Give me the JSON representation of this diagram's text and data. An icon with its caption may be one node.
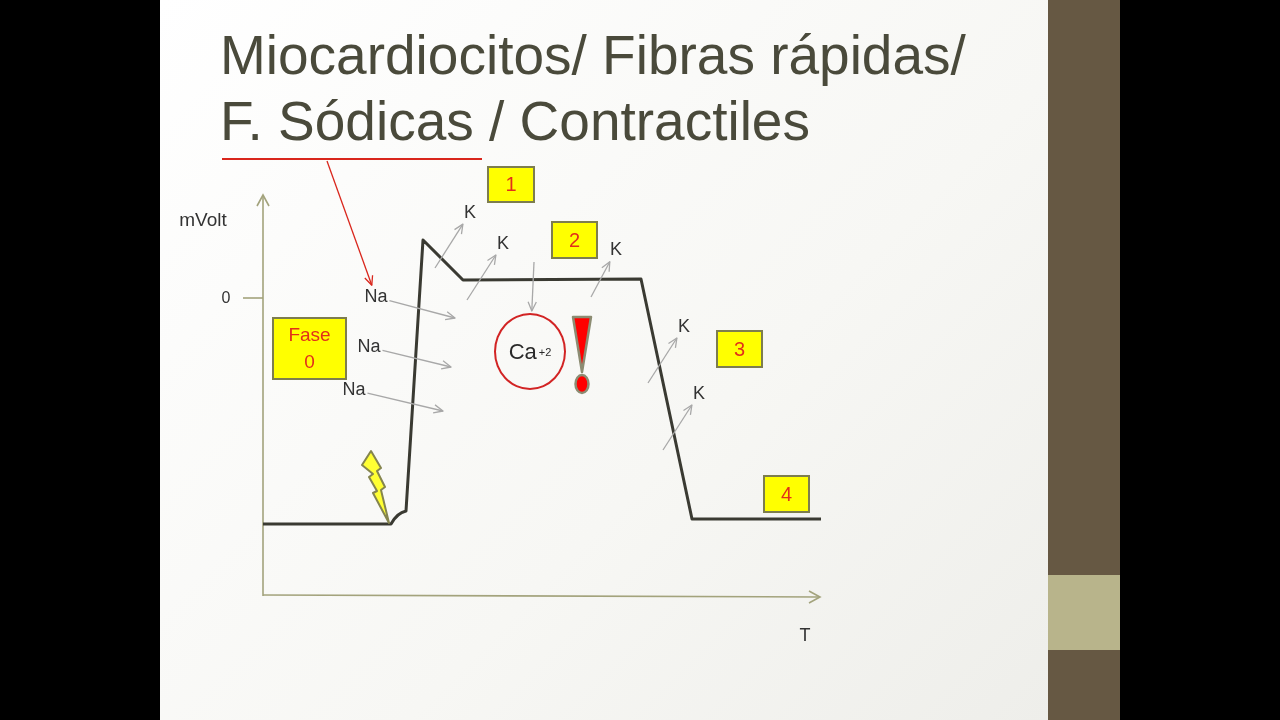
{
  "diagram": {
    "title": "Miocardiocitos/ Fibras rápidas/ F. Sódicas / Contractiles",
    "nodes": [
      {
        "text": [
          "1"
        ]
      },
      {
        "text": [
          "K"
        ]
      },
      {
        "text": [
          "2"
        ]
      },
      {
        "text": [
          "K"
        ]
      },
      {
        "text": [
          "K"
        ]
      },
      {
        "text": [
          "Na"
        ]
      },
      {
        "text": [
          "Fase 0"
        ]
      },
      {
        "text": [
          "Na"
        ]
      },
      {
        "text": [
          "Ca$^{+2}$"
        ]
      },
      {
        "text": [
          "K"
        ]
      },
      {
        "text": [
          "3"
        ]
      },
      {
        "text": [
          "Na"
        ]
      },
      {
        "text": [
          "K"
        ]
      },
      {
        "text": [
          "4"
        ]
      }
    ],
    "edges": [
      {
        "from": null,
        "to": 5,
        "arrow": "to",
        "color": "#d9261c"
      },
      {
        "from": 5,
        "to": null,
        "arrow": "to"
      },
      {
        "from": 7,
        "to": null,
        "arrow": "to"
      },
      {
        "from": 11,
        "to": null,
        "arrow": "to"
      },
      {
        "from": null,
        "to": 1,
        "arrow": "to"
      },
      {
        "from": null,
        "to": 3,
        "arrow": "to"
      },
      {
        "from": null,
        "to": 8,
        "arrow": "to"
      },
      {
        "from": null,
        "to": 4,
        "arrow": "to"
      },
      {
        "from": null,
        "to": 9,
        "arrow": "to"
      },
      {
        "from": null,
        "to": 12,
        "arrow": "to"
      }
    ],
    "labels": [
      "mVolt",
      "0",
      "T"
    ]
  }
}
